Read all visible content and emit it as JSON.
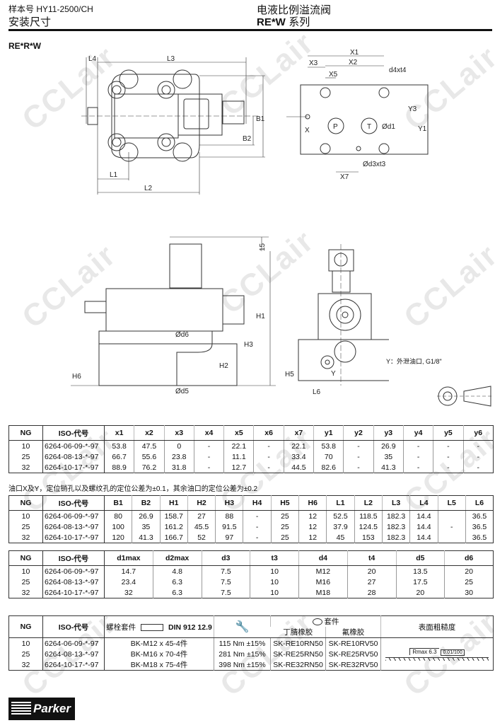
{
  "header": {
    "catalog": "样本号 HY11-2500/CH",
    "section": "安装尺寸",
    "product": "电液比例溢流阀",
    "series_code": "RE*W",
    "series_suffix": "系列"
  },
  "model_label": "RE*R*W",
  "watermark": "CCLair",
  "drawings": {
    "top_view": {
      "L4": "L4",
      "L3": "L3",
      "B1": "B1",
      "B2": "B2",
      "L1": "L1",
      "L2": "L2"
    },
    "port_pattern": {
      "X1": "X1",
      "X2": "X2",
      "X3": "X3",
      "X5": "X5",
      "d4t4": "d4xt4",
      "Y3": "Y3",
      "Y1": "Y1",
      "X": "X",
      "P": "P",
      "T": "T",
      "d1": "Ød1",
      "d3t3": "Ød3xt3",
      "X7": "X7"
    },
    "side_view": {
      "h15": "15",
      "H1": "H1",
      "H3": "H3",
      "H2": "H2",
      "H6": "H6",
      "d6": "Ød6",
      "d5": "Ød5"
    },
    "end_view": {
      "H5": "H5",
      "L6": "L6",
      "Y": "Y"
    },
    "y_note": "Y：外泄油口, G1/8\""
  },
  "table1": {
    "headers": [
      "NG",
      "ISO-代号",
      "x1",
      "x2",
      "x3",
      "x4",
      "x5",
      "x6",
      "x7",
      "y1",
      "y2",
      "y3",
      "y4",
      "y5",
      "y6"
    ],
    "rows": [
      [
        "10",
        "6264-06-09-*-97",
        "53.8",
        "47.5",
        "0",
        "-",
        "22.1",
        "-",
        "22.1",
        "53.8",
        "-",
        "26.9",
        "-",
        "-",
        "-"
      ],
      [
        "25",
        "6264-08-13-*-97",
        "66.7",
        "55.6",
        "23.8",
        "-",
        "11.1",
        "-",
        "33.4",
        "70",
        "-",
        "35",
        "-",
        "-",
        "-"
      ],
      [
        "32",
        "6264-10-17-*-97",
        "88.9",
        "76.2",
        "31.8",
        "-",
        "12.7",
        "-",
        "44.5",
        "82.6",
        "-",
        "41.3",
        "-",
        "-",
        "-"
      ]
    ]
  },
  "tolerance_note": "油口X及Y，定位销孔以及螺纹孔的定位公差为±0.1，其余油口的定位公差为±0.2",
  "table2": {
    "headers": [
      "NG",
      "ISO-代号",
      "B1",
      "B2",
      "H1",
      "H2",
      "H3",
      "H4",
      "H5",
      "H6",
      "L1",
      "L2",
      "L3",
      "L4",
      "L5",
      "L6"
    ],
    "rows": [
      [
        "10",
        "6264-06-09-*-97",
        "80",
        "26.9",
        "158.7",
        "27",
        "88",
        "-",
        "25",
        "12",
        "52.5",
        "118.5",
        "182.3",
        "14.4",
        "",
        "36.5"
      ],
      [
        "25",
        "6264-08-13-*-97",
        "100",
        "35",
        "161.2",
        "45.5",
        "91.5",
        "-",
        "25",
        "12",
        "37.9",
        "124.5",
        "182.3",
        "14.4",
        "-",
        "36.5"
      ],
      [
        "32",
        "6264-10-17-*-97",
        "120",
        "41.3",
        "166.7",
        "52",
        "97",
        "-",
        "25",
        "12",
        "45",
        "153",
        "182.3",
        "14.4",
        "",
        "36.5"
      ]
    ]
  },
  "table3": {
    "headers": [
      "NG",
      "ISO-代号",
      "d1max",
      "d2max",
      "d3",
      "t3",
      "d4",
      "t4",
      "d5",
      "d6"
    ],
    "rows": [
      [
        "10",
        "6264-06-09-*-97",
        "14.7",
        "4.8",
        "7.5",
        "10",
        "M12",
        "20",
        "13.5",
        "20"
      ],
      [
        "25",
        "6264-08-13-*-97",
        "23.4",
        "6.3",
        "7.5",
        "10",
        "M16",
        "27",
        "17.5",
        "25"
      ],
      [
        "32",
        "6264-10-17-*-97",
        "32",
        "6.3",
        "7.5",
        "10",
        "M18",
        "28",
        "20",
        "30"
      ]
    ]
  },
  "table4": {
    "h_ng": "NG",
    "h_iso": "ISO-代号",
    "h_bolt": "螺栓套件",
    "h_din": "DIN 912 12.9",
    "h_seal": "套件",
    "h_nbr": "丁腈橡胶",
    "h_fkm": "氟橡胶",
    "h_rough": "表面粗糙度",
    "roughness_value": "Rmax 6.3",
    "flatness_value": "0.01/100",
    "rows": [
      [
        "10",
        "6264-06-09-*-97",
        "BK-M12 x 45-4件",
        "115 Nm ±15%",
        "SK-RE10RN50",
        "SK-RE10RV50"
      ],
      [
        "25",
        "6264-08-13-*-97",
        "BK-M16 x 70-4件",
        "281 Nm ±15%",
        "SK-RE25RN50",
        "SK-RE25RV50"
      ],
      [
        "32",
        "6264-10-17-*-97",
        "BK-M18 x 75-4件",
        "398 Nm ±15%",
        "SK-RE32RN50",
        "SK-RE32RV50"
      ]
    ]
  },
  "logo": "Parker"
}
